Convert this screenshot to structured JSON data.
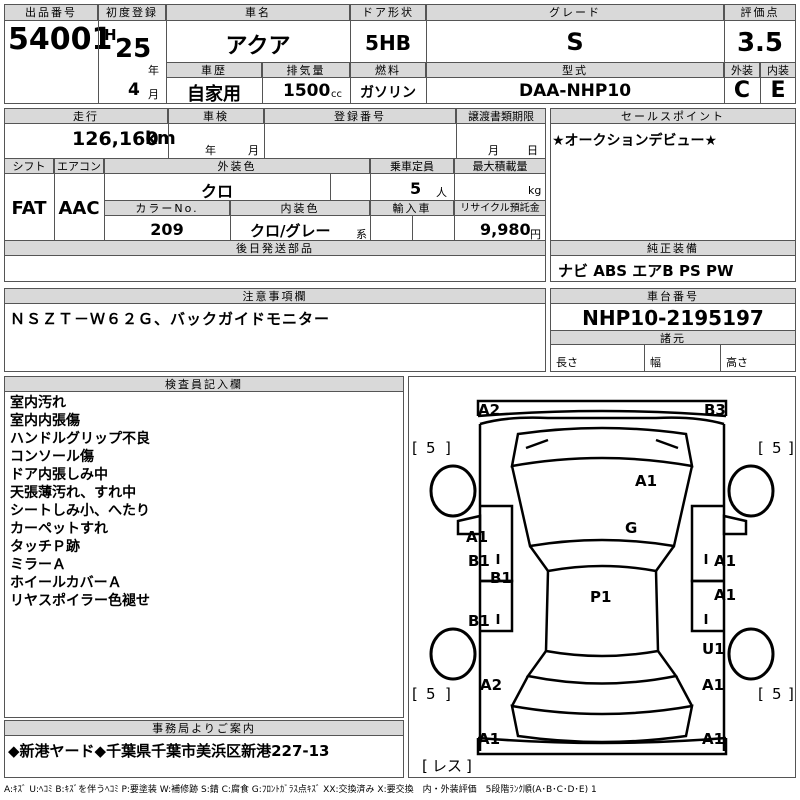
{
  "labels": {
    "lot_no": "出品番号",
    "first_reg": "初度登録",
    "car_name": "車名",
    "door": "ドア形状",
    "grade": "グレード",
    "score": "評価点",
    "history": "車歴",
    "displacement": "排気量",
    "fuel": "燃料",
    "model_code": "型式",
    "exterior": "外装",
    "interior": "内装",
    "mileage": "走行",
    "inspection": "車検",
    "reg_no": "登録番号",
    "transfer": "譲渡書類期限",
    "sales_point": "セールスポイント",
    "shift": "シフト",
    "aircon": "エアコン",
    "ext_color": "外装色",
    "capacity": "乗車定員",
    "max_load": "最大積載量",
    "color_no": "カラーNo.",
    "int_color": "内装色",
    "import": "輸入車",
    "recycle": "リサイクル預託金",
    "later_parts": "後日発送部品",
    "genuine": "純正装備",
    "caution": "注意事項欄",
    "chassis": "車台番号",
    "specs": "諸元",
    "inspector": "検査員記入欄",
    "office": "事務局よりご案内",
    "length": "長さ",
    "width": "幅",
    "height": "高さ",
    "year_unit": "年",
    "month_unit": "月",
    "day_unit": "日",
    "cc": "cc",
    "km": "km",
    "person": "人",
    "kg": "kg",
    "yen": "円",
    "kei": "系"
  },
  "values": {
    "lot_no": "54001",
    "era": "H",
    "year": "25",
    "month": "4",
    "car_name": "アクア",
    "door": "5HB",
    "grade": "S",
    "score": "3.5",
    "history": "自家用",
    "displacement": "1500",
    "fuel": "ガソリン",
    "model_code": "DAA-NHP10",
    "exterior": "C",
    "interior": "E",
    "mileage": "126,160",
    "sales_point": "★オークションデビュー★",
    "shift": "FAT",
    "aircon": "AAC",
    "ext_color": "クロ",
    "capacity": "5",
    "color_no": "209",
    "int_color": "クロ/グレー",
    "recycle": "9,980",
    "genuine": "ナビ ABS エアB PS PW",
    "caution": "ＮＳＺＴ－Ｗ６２Ｇ、バックガイドモニター",
    "chassis": "NHP10-2195197",
    "office": "◆新港ヤード◆千葉県千葉市美浜区新港227-13"
  },
  "inspector_notes": [
    "室内汚れ",
    "室内内張傷",
    "ハンドルグリップ不良",
    "コンソール傷",
    "ドア内張しみ中",
    "天張薄汚れ、すれ中",
    "シートしみ小、へたり",
    "カーペットすれ",
    "タッチＰ跡",
    "ミラーＡ",
    "ホイールカバーＡ",
    "リヤスポイラー色褪せ"
  ],
  "diagram": {
    "marks": [
      "A2",
      "B3",
      "A1",
      "G",
      "A1",
      "B1",
      "B1",
      "A1",
      "B1",
      "P1",
      "A1",
      "U1",
      "A2",
      "A1",
      "A1",
      "A1"
    ],
    "tire": "5",
    "rest": "レス"
  },
  "legend": "A:ｷｽﾞ U:ﾍｺﾐ B:ｷｽﾞを伴うﾍｺﾐ P:要塗装 W:補修跡 S:錆 C:腐食 G:ﾌﾛﾝﾄｶﾞﾗｽ点ｷｽﾞ XX:交換済み X:要交換　内・外装評価　5段階ﾗﾝｸ順(A･B･C･D･E) 1"
}
